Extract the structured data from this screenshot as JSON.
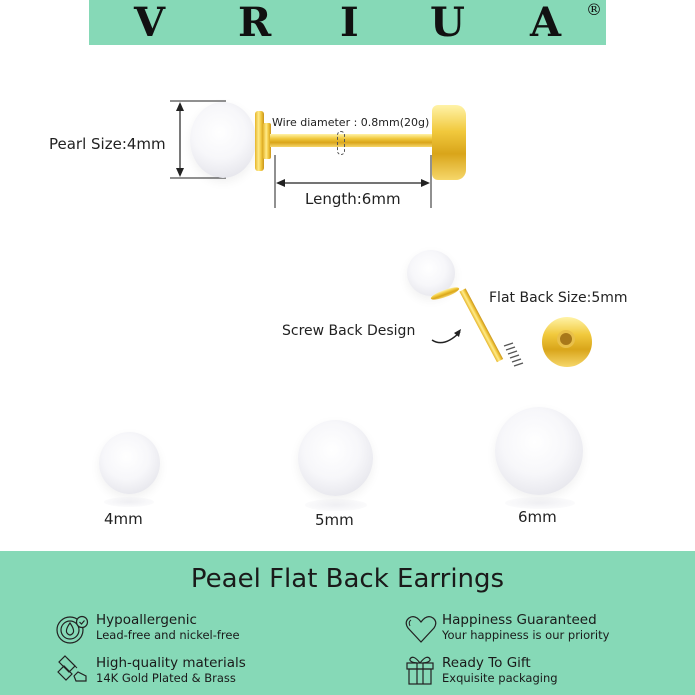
{
  "brand": {
    "letters": [
      "V",
      "R",
      "I",
      "U",
      "A"
    ],
    "registered_mark": "®",
    "banner_color": "#86d9b7"
  },
  "diagram_main": {
    "pearl_size_label": "Pearl Size:4mm",
    "wire_diameter_label": "Wire diameter : 0.8mm(20g)",
    "length_label": "Length:6mm"
  },
  "diagram_secondary": {
    "screw_back_label": "Screw Back Design",
    "flat_back_label": "Flat Back Size:5mm"
  },
  "sizes": [
    {
      "label": "4mm"
    },
    {
      "label": "5mm"
    },
    {
      "label": "6mm"
    }
  ],
  "footer": {
    "title": "Peael Flat Back Earrings",
    "features": [
      {
        "icon": "hypoallergenic-drop-icon",
        "title": "Hypoallergenic",
        "subtitle": "Lead-free and nickel-free"
      },
      {
        "icon": "heart-icon",
        "title": "Happiness Guaranteed",
        "subtitle": "Your happiness is our priority"
      },
      {
        "icon": "gold-bars-icon",
        "title": "High-quality materials",
        "subtitle": "14K Gold Plated & Brass"
      },
      {
        "icon": "gift-icon",
        "title": "Ready To Gift",
        "subtitle": "Exquisite packaging"
      }
    ]
  }
}
